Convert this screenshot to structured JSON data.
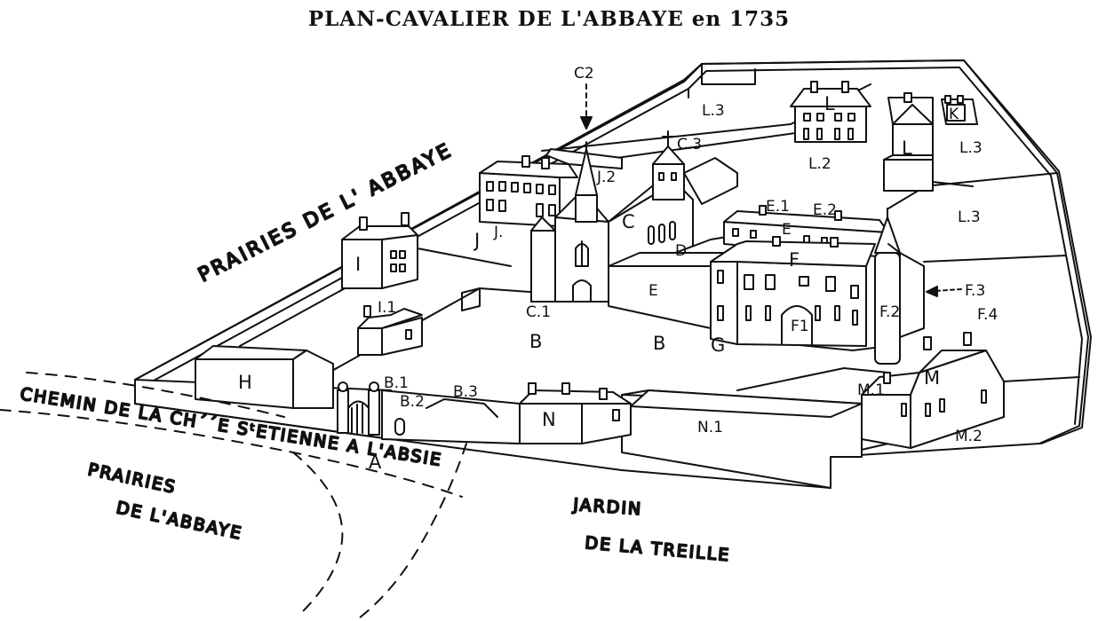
{
  "title": "PLAN-CAVALIER DE L'ABBAYE en 1735",
  "regions": {
    "prairies_top": "PRAIRIES DE L' ABBAYE",
    "chemin": "CHEMIN DE LA CH´´E SᵗETIENNE A L'ABSIE",
    "prairies_bottom_1": "PRAIRIES",
    "prairies_bottom_2": "DE L'ABBAYE",
    "jardin_1": "JARDIN",
    "jardin_2": "DE LA TREILLE"
  },
  "labels": {
    "A": "A",
    "B_left": "B",
    "B_right": "B",
    "B1": "B.1",
    "B2": "B.2",
    "B3": "B.3",
    "C": "C",
    "C1": "C.1",
    "C2": "C2",
    "C3": "C.3",
    "D": "D",
    "E": "E",
    "E_small": "E",
    "E1": "E.1",
    "E2": "E.2",
    "F": "F",
    "F1": "F1",
    "F2": "F.2",
    "F3": "F.3",
    "F4": "F.4",
    "G": "G",
    "H": "H",
    "I": "I",
    "I1": "I.1",
    "J_1": "J",
    "J_2": "J.",
    "J2": "J.2",
    "K": "K",
    "L": "L",
    "L_2": "L",
    "L2": "L.2",
    "L3_top": "L.3",
    "L3_right": "L.3",
    "L3_mid": "L.3",
    "M": "M",
    "M1": "M.1",
    "M2": "M.2",
    "N": "N",
    "N1": "N.1"
  }
}
